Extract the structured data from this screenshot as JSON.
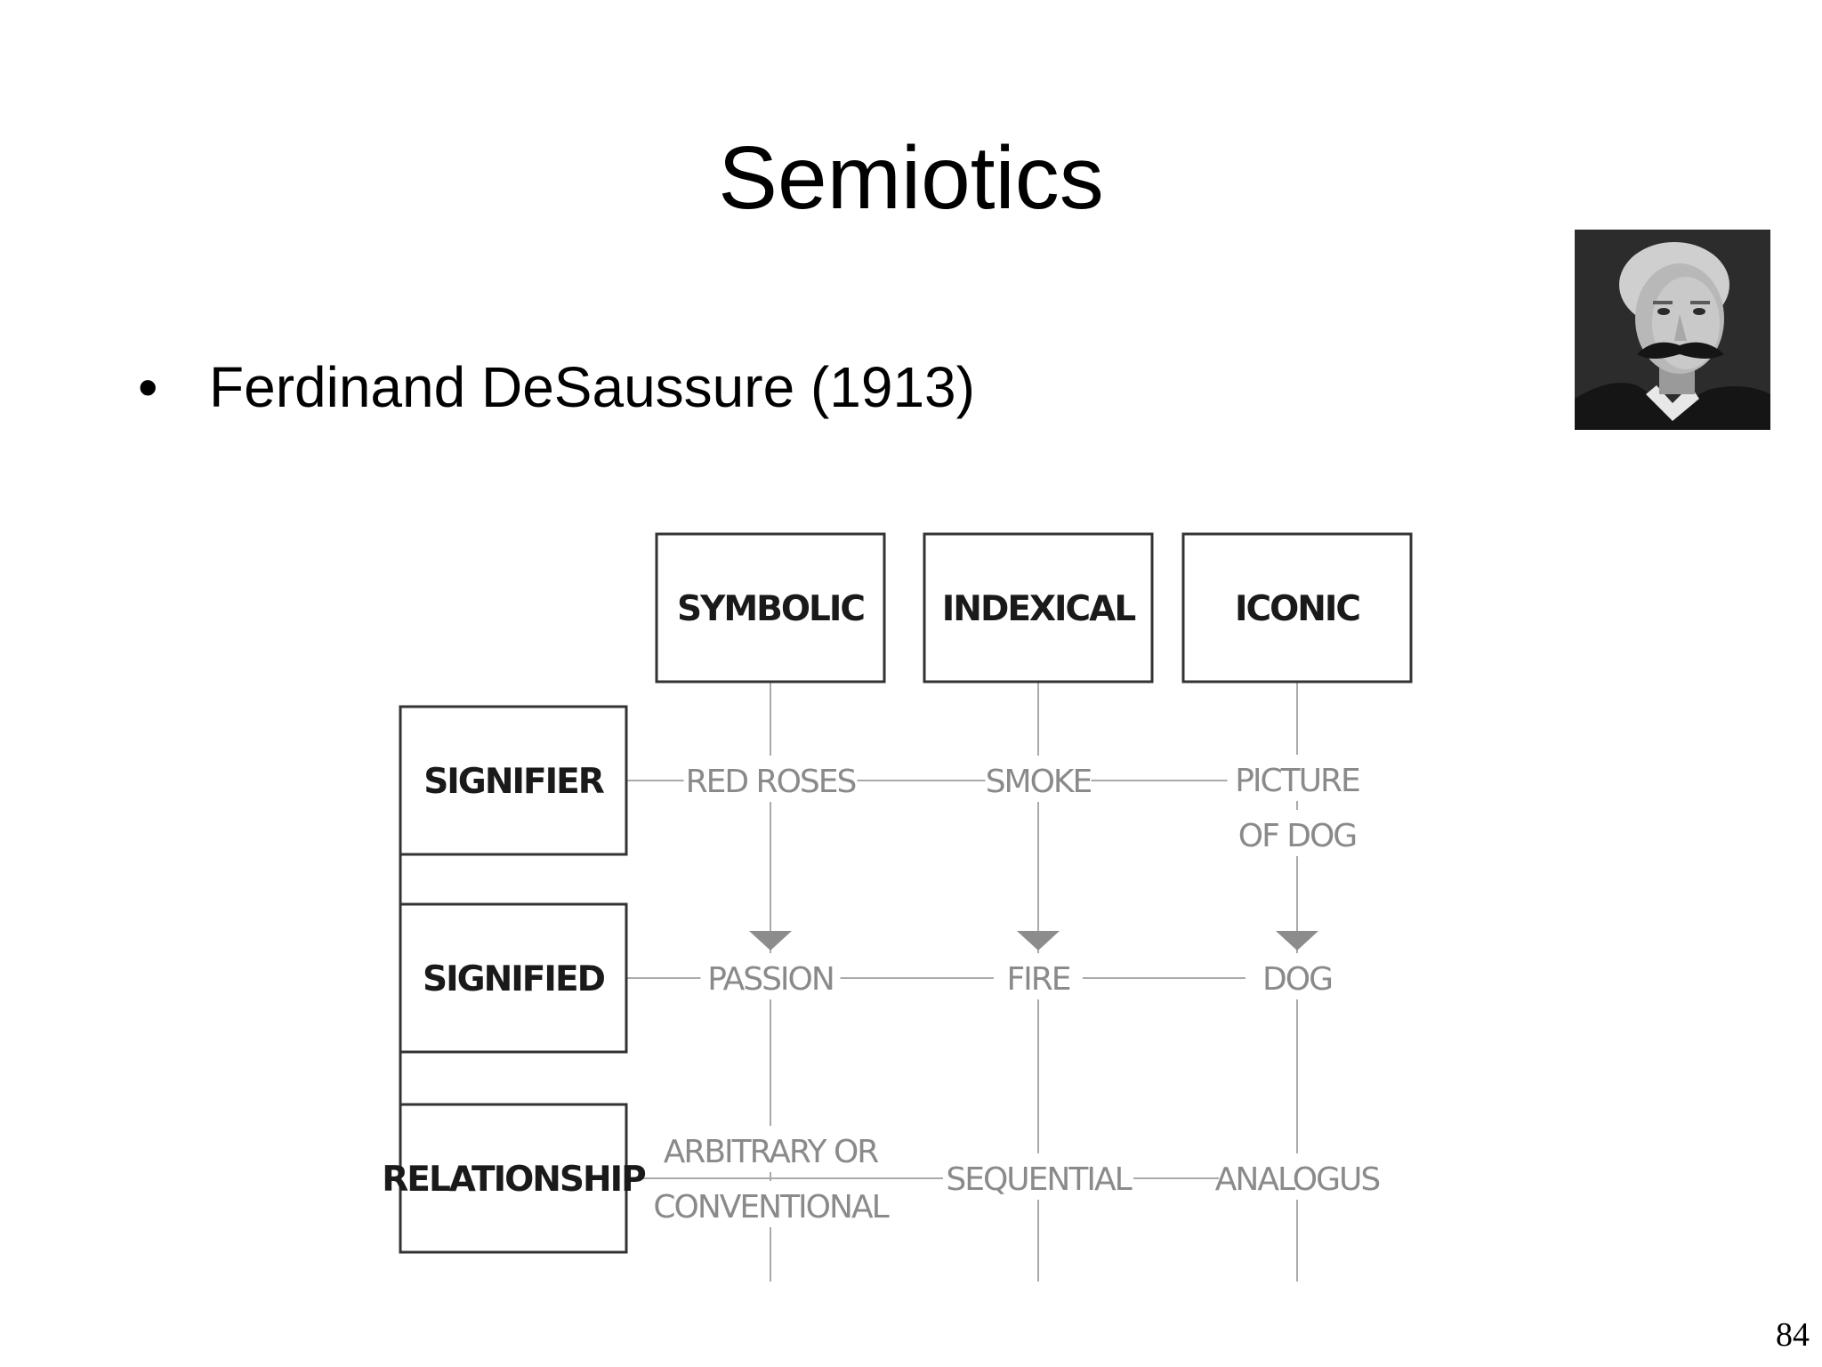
{
  "slide": {
    "title": "Semiotics",
    "bullet_marker": "•",
    "bullet_text": "Ferdinand DeSaussure (1913)",
    "page_number": "84"
  },
  "portrait": {
    "name": "portrait-photo"
  },
  "diagram": {
    "columns": [
      "SYMBOLIC",
      "INDEXICAL",
      "ICONIC"
    ],
    "rows": [
      {
        "label": "SIGNIFIER",
        "cells": [
          [
            "RED ROSES"
          ],
          [
            "SMOKE"
          ],
          [
            "PICTURE",
            "OF DOG"
          ]
        ]
      },
      {
        "label": "SIGNIFIED",
        "cells": [
          [
            "PASSION"
          ],
          [
            "FIRE"
          ],
          [
            "DOG"
          ]
        ]
      },
      {
        "label": "RELATIONSHIP",
        "cells": [
          [
            "ARBITRARY OR",
            "CONVENTIONAL"
          ],
          [
            "SEQUENTIAL"
          ],
          [
            "ANALOGUS"
          ]
        ]
      }
    ],
    "colors": {
      "box_stroke": "#333333",
      "line": "#aaaaaa",
      "arrow": "#8c8c8c",
      "head_text": "#1a1a1a",
      "cell_text": "#8a8a8a"
    }
  }
}
